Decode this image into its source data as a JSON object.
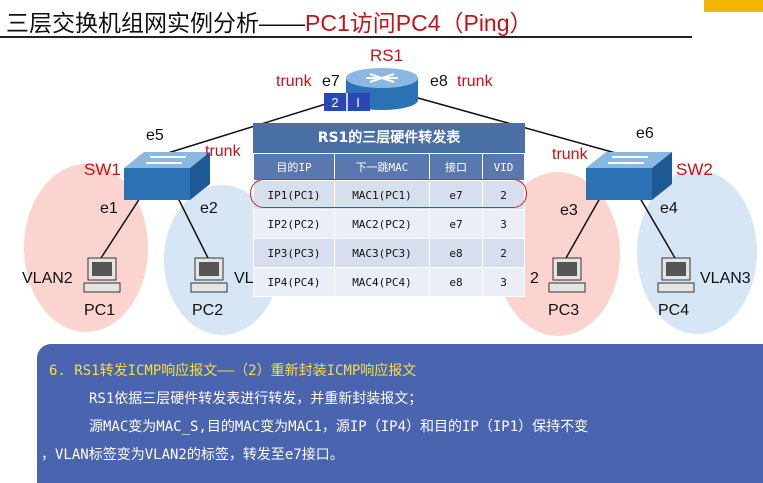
{
  "title": {
    "main": "三层交换机组网实例分析——",
    "highlight": "PC1访问PC4（Ping）"
  },
  "rs1": {
    "name": "RS1",
    "port_left": "e7",
    "port_right": "e8",
    "trunk_left": "trunk",
    "trunk_right": "trunk",
    "tag_vlan2": "2",
    "tag_vlan3": "I"
  },
  "sw1": {
    "name": "SW1",
    "uplink": "e5",
    "trunk": "trunk",
    "port_a": "e1",
    "port_b": "e2"
  },
  "sw2": {
    "name": "SW2",
    "uplink": "e6",
    "trunk": "trunk",
    "port_a": "e3",
    "port_b": "e4"
  },
  "hosts": {
    "pc1": {
      "name": "PC1",
      "vlan": "VLAN2"
    },
    "pc2": {
      "name": "PC2",
      "vlan": "VL"
    },
    "pc3": {
      "name": "PC3",
      "vlan": "2"
    },
    "pc4": {
      "name": "PC4",
      "vlan": "VLAN3"
    }
  },
  "table": {
    "title": "RS1的三层硬件转发表",
    "headers": [
      "目的IP",
      "下一跳MAC",
      "接口",
      "VID"
    ],
    "rows": [
      [
        "IP1(PC1)",
        "MAC1(PC1)",
        "e7",
        "2"
      ],
      [
        "IP2(PC2)",
        "MAC2(PC2)",
        "e7",
        "3"
      ],
      [
        "IP3(PC3)",
        "MAC3(PC3)",
        "e8",
        "2"
      ],
      [
        "IP4(PC4)",
        "MAC4(PC4)",
        "e8",
        "3"
      ]
    ]
  },
  "info": {
    "heading": "6. RS1转发ICMP响应报文——（2）重新封装ICMP响应报文",
    "line1": "RS1依据三层硬件转发表进行转发，并重新封装报文；",
    "line2": "源MAC变为MAC_S,目的MAC变为MAC1，源IP（IP4）和目的IP（IP1）保持不变",
    "line3": "，VLAN标签变为VLAN2的标签，转发至e7接口。"
  },
  "colors": {
    "accent_red": "#c0141b",
    "panel_blue": "#4a64b0",
    "vlan2_bg": "#fbd4d0",
    "vlan3_bg": "#d6e6f5",
    "corner": "#f2b705"
  }
}
